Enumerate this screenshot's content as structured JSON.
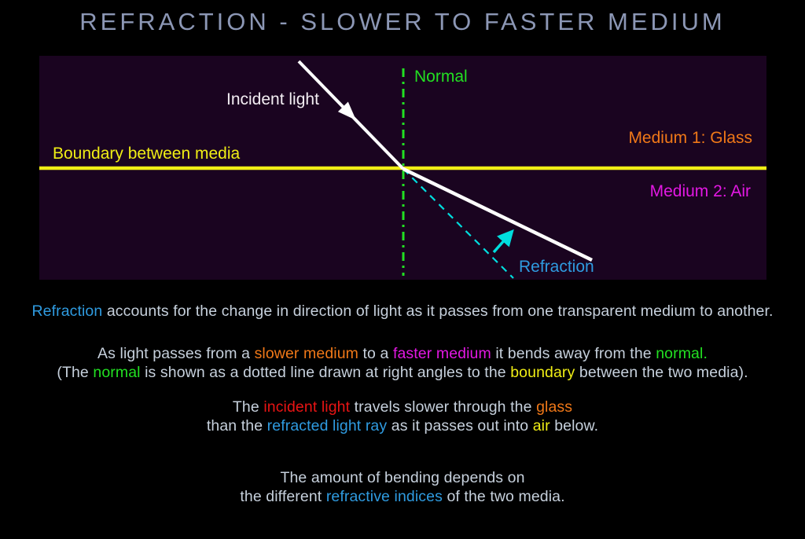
{
  "title": "REFRACTION - SLOWER TO FASTER MEDIUM",
  "colors": {
    "background": "#000000",
    "panel_bg": "#1a0420",
    "title": "#8c97b5",
    "body_text": "#c6d0dc",
    "white_ray": "#ffffff",
    "yellow": "#f0ee15",
    "green": "#22e022",
    "orange": "#f07818",
    "magenta": "#e318e3",
    "blue": "#2f9be0",
    "red": "#e81414",
    "cyan": "#00dede"
  },
  "diagram": {
    "labels": {
      "incident": [
        {
          "text": "Incident light",
          "color": "#f3eef3"
        }
      ],
      "normal": [
        {
          "text": "Normal",
          "color": "#22e022"
        }
      ],
      "boundary": [
        {
          "text": "Boundary between media",
          "color": "#f0ee15"
        }
      ],
      "medium1": [
        {
          "text": "Medium 1: Glass",
          "color": "#f07818"
        }
      ],
      "medium2": [
        {
          "text": "Medium 2: Air",
          "color": "#e318e3"
        }
      ],
      "refraction": [
        {
          "text": "Refraction",
          "color": "#2f9be0"
        }
      ]
    }
  },
  "paragraphs": [
    {
      "lines": [
        [
          {
            "text": "Refraction",
            "color": "#2f9be0"
          },
          {
            "text": " accounts for the change in direction of light as it passes from one transparent medium to another."
          }
        ]
      ]
    },
    {
      "lines": [
        [
          {
            "text": "As light passes from a "
          },
          {
            "text": "slower medium",
            "color": "#f07818"
          },
          {
            "text": " to a "
          },
          {
            "text": "faster medium",
            "color": "#e318e3"
          },
          {
            "text": " it bends away from the "
          },
          {
            "text": "normal.",
            "color": "#22e022"
          }
        ],
        [
          {
            "text": "(The "
          },
          {
            "text": "normal",
            "color": "#22e022"
          },
          {
            "text": " is shown as a dotted line drawn at right angles to the "
          },
          {
            "text": "boundary",
            "color": "#f0ee15"
          },
          {
            "text": " between the two media)."
          }
        ]
      ]
    },
    {
      "lines": [
        [
          {
            "text": "The "
          },
          {
            "text": "incident light",
            "color": "#e81414"
          },
          {
            "text": " travels slower through the "
          },
          {
            "text": "glass",
            "color": "#f07818"
          }
        ],
        [
          {
            "text": "than the "
          },
          {
            "text": "refracted light ray",
            "color": "#2f9be0"
          },
          {
            "text": " as it passes out into "
          },
          {
            "text": "air",
            "color": "#f0ee15"
          },
          {
            "text": " below."
          }
        ]
      ]
    },
    {
      "lines": [
        [
          {
            "text": "The amount of bending depends on"
          }
        ],
        [
          {
            "text": "the different "
          },
          {
            "text": "refractive indices",
            "color": "#2f9be0"
          },
          {
            "text": " of the two media."
          }
        ]
      ]
    }
  ]
}
